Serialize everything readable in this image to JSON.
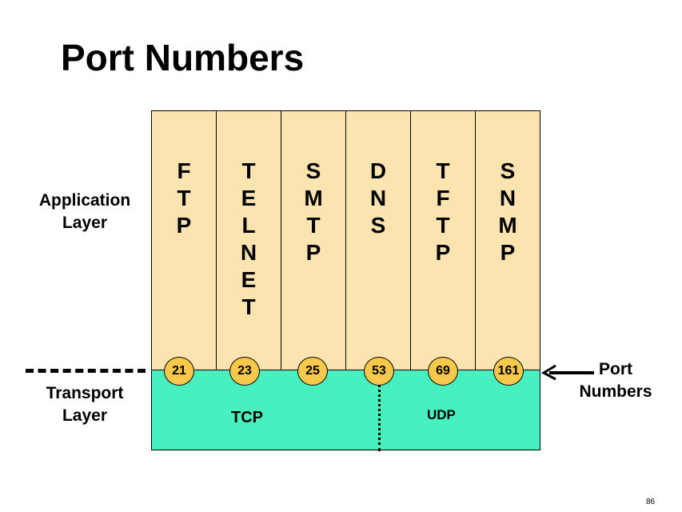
{
  "title": "Port Numbers",
  "labels": {
    "application_line1": "Application",
    "application_line2": "Layer",
    "transport_line1": "Transport",
    "transport_line2": "Layer",
    "ports_line1": "Port",
    "ports_line2": "Numbers"
  },
  "protocols": [
    {
      "name": "FTP",
      "letters": [
        "F",
        "T",
        "P"
      ],
      "port": "21"
    },
    {
      "name": "TELNET",
      "letters": [
        "T",
        "E",
        "L",
        "N",
        "E",
        "T"
      ],
      "port": "23"
    },
    {
      "name": "SMTP",
      "letters": [
        "S",
        "M",
        "T",
        "P"
      ],
      "port": "25"
    },
    {
      "name": "DNS",
      "letters": [
        "D",
        "N",
        "S"
      ],
      "port": "53"
    },
    {
      "name": "TFTP",
      "letters": [
        "T",
        "F",
        "T",
        "P"
      ],
      "port": "69"
    },
    {
      "name": "SNMP",
      "letters": [
        "S",
        "N",
        "M",
        "P"
      ],
      "port": "161"
    }
  ],
  "transport": {
    "tcp": "TCP",
    "udp": "UDP"
  },
  "page_number": "86",
  "colors": {
    "application_fill": "#fce4b0",
    "transport_fill": "#48f0c0",
    "port_circle_fill": "#f8c84a"
  }
}
